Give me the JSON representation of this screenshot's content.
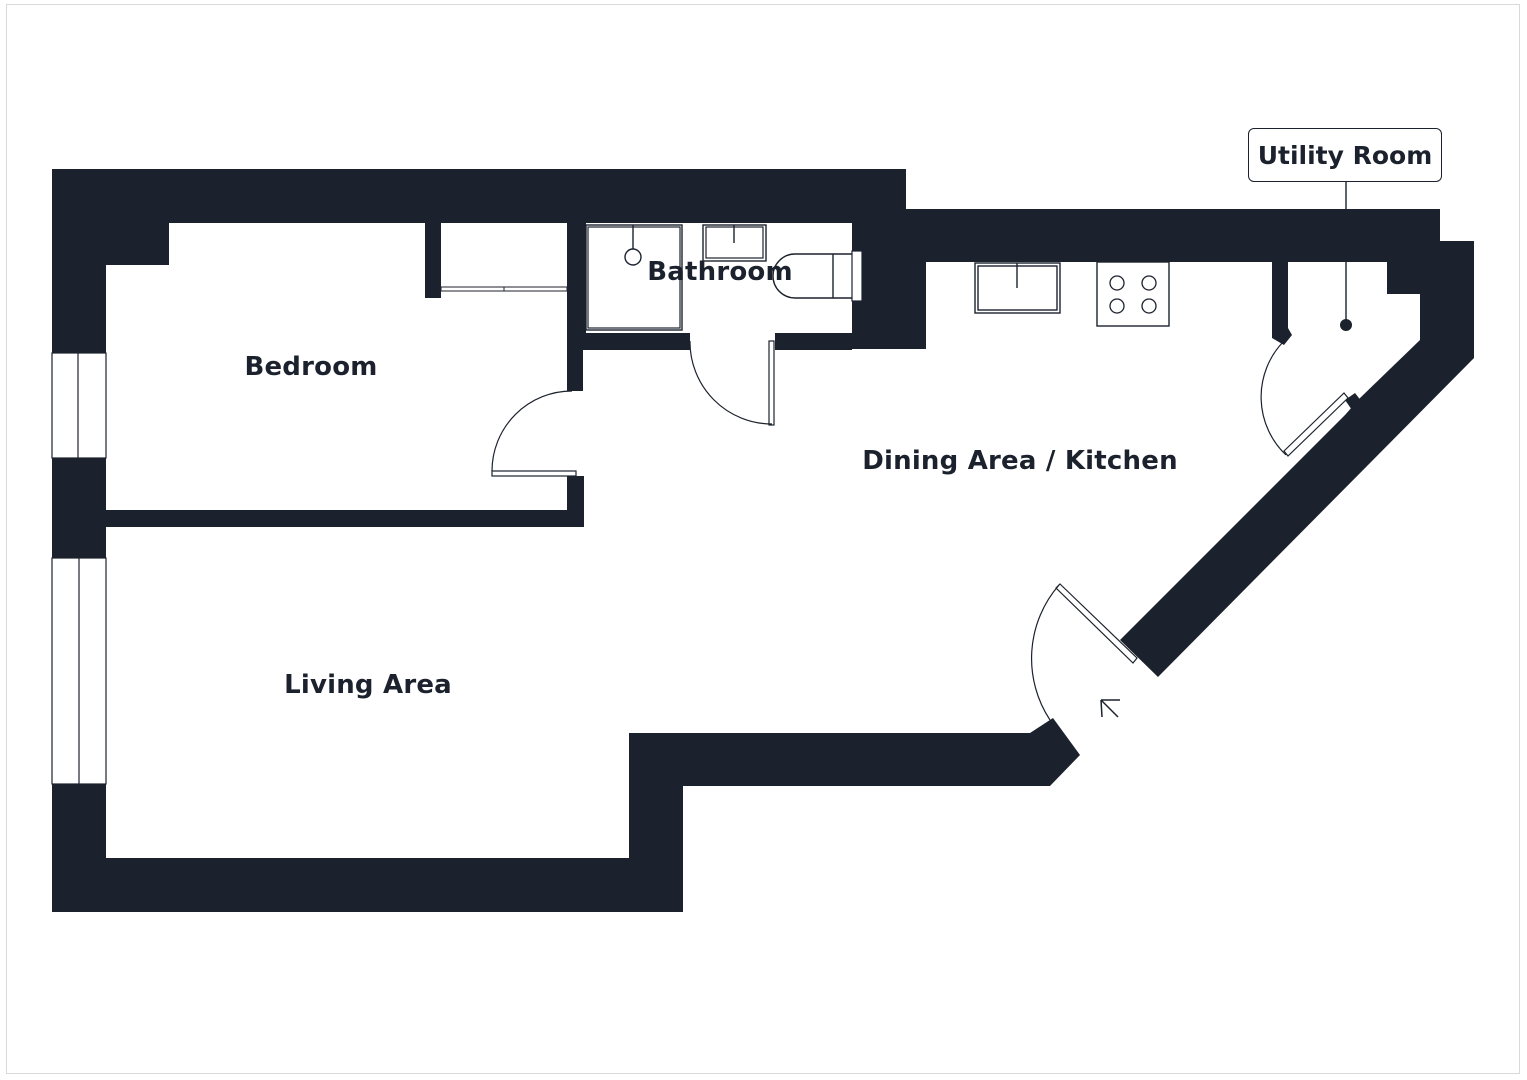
{
  "plan": {
    "type": "floor-plan",
    "wall_color": "#1c222d",
    "background_color": "#ffffff"
  },
  "rooms": {
    "bedroom": {
      "label": "Bedroom"
    },
    "bathroom": {
      "label": "Bathroom"
    },
    "dining_kitchen": {
      "label": "Dining Area / Kitchen"
    },
    "living_area": {
      "label": "Living Area"
    },
    "utility_room": {
      "label": "Utility Room"
    }
  },
  "fixtures": {
    "shower": "shower-tray",
    "basin": "wash-basin",
    "toilet": "toilet",
    "kitchen_sink": "kitchen-sink",
    "hob": "four-ring-hob",
    "boiler": "boiler-point"
  },
  "icons": {
    "entrance": "entrance-arrow-icon"
  }
}
